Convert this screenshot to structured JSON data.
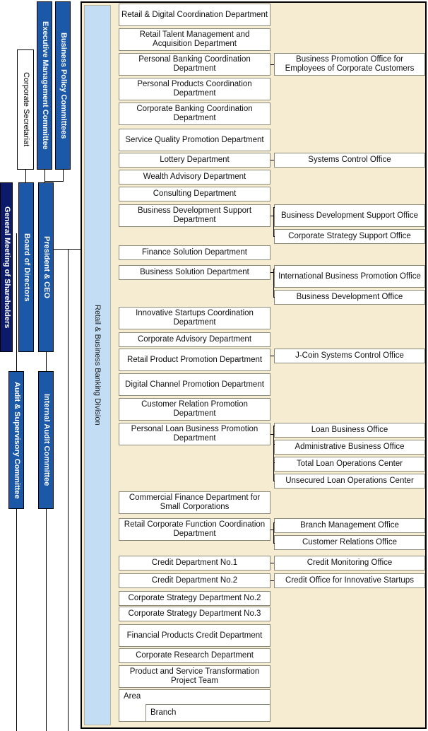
{
  "meta": {
    "title": "Retail & Business Banking Division Organization Chart",
    "colors": {
      "navy": "#0c1a6b",
      "blue": "#1b58a8",
      "panel_beige": "#f5ecd2",
      "division_blue": "#c3ddf5",
      "box_white": "#ffffff",
      "line_black": "#000000"
    }
  },
  "governance": {
    "bars": [
      {
        "label": "Business Policy Committees",
        "style": "blue"
      },
      {
        "label": "Executive Management Committee",
        "style": "blue"
      },
      {
        "label": "Corporate Secretariat",
        "style": "white"
      },
      {
        "label": "General Meeting of Shareholders",
        "style": "navy"
      },
      {
        "label": "Board of Directors",
        "style": "blue"
      },
      {
        "label": "President & CEO",
        "style": "blue"
      },
      {
        "label": "Audit & Supervisory Committee",
        "style": "blue"
      },
      {
        "label": "Internal Audit Committee",
        "style": "blue"
      }
    ]
  },
  "division": {
    "label": "Retail & Business Banking Division"
  },
  "departments": [
    {
      "label": "Retail & Digital Coordination Department"
    },
    {
      "label": "Retail Talent Management and Acquisition Department"
    },
    {
      "label": "Personal Banking Coordination Department"
    },
    {
      "label": "Personal Products Coordination Department"
    },
    {
      "label": "Corporate Banking Coordination Department"
    },
    {
      "label": "Service Quality Promotion Department"
    },
    {
      "label": "Lottery Department"
    },
    {
      "label": "Wealth Advisory Department"
    },
    {
      "label": "Consulting Department"
    },
    {
      "label": "Business Development Support Department"
    },
    {
      "label": "Finance Solution Department"
    },
    {
      "label": "Business Solution Department"
    },
    {
      "label": "Innovative Startups Coordination Department"
    },
    {
      "label": "Corporate Advisory Department"
    },
    {
      "label": "Retail Product Promotion Department"
    },
    {
      "label": "Digital Channel Promotion Department"
    },
    {
      "label": "Customer Relation Promotion Department"
    },
    {
      "label": "Personal Loan Business Promotion Department"
    },
    {
      "label": "Commercial Finance Department for Small Corporations"
    },
    {
      "label": "Retail Corporate Function Coordination Department"
    },
    {
      "label": "Credit Department No.1"
    },
    {
      "label": "Credit Department No.2"
    },
    {
      "label": "Corporate Strategy Department No.2"
    },
    {
      "label": "Corporate Strategy Department No.3"
    },
    {
      "label": "Financial Products Credit Department"
    },
    {
      "label": "Corporate Research Department"
    },
    {
      "label": "Product and Service Transformation Project Team"
    },
    {
      "label": "Area"
    },
    {
      "label": "Branch"
    }
  ],
  "offices": [
    {
      "label": "Business Promotion Office for Employees of Corporate Customers"
    },
    {
      "label": "Systems Control Office"
    },
    {
      "label": "Business Development Support Office"
    },
    {
      "label": "Corporate Strategy Support Office"
    },
    {
      "label": "International Business Promotion Office"
    },
    {
      "label": "Business Development Office"
    },
    {
      "label": "J-Coin Systems Control Office"
    },
    {
      "label": "Loan Business Office"
    },
    {
      "label": "Administrative Business Office"
    },
    {
      "label": "Total Loan Operations Center"
    },
    {
      "label": "Unsecured Loan Operations Center"
    },
    {
      "label": "Branch Management Office"
    },
    {
      "label": "Customer Relations Office"
    },
    {
      "label": "Credit Monitoring Office"
    },
    {
      "label": "Credit Office for Innovative Startups"
    }
  ]
}
